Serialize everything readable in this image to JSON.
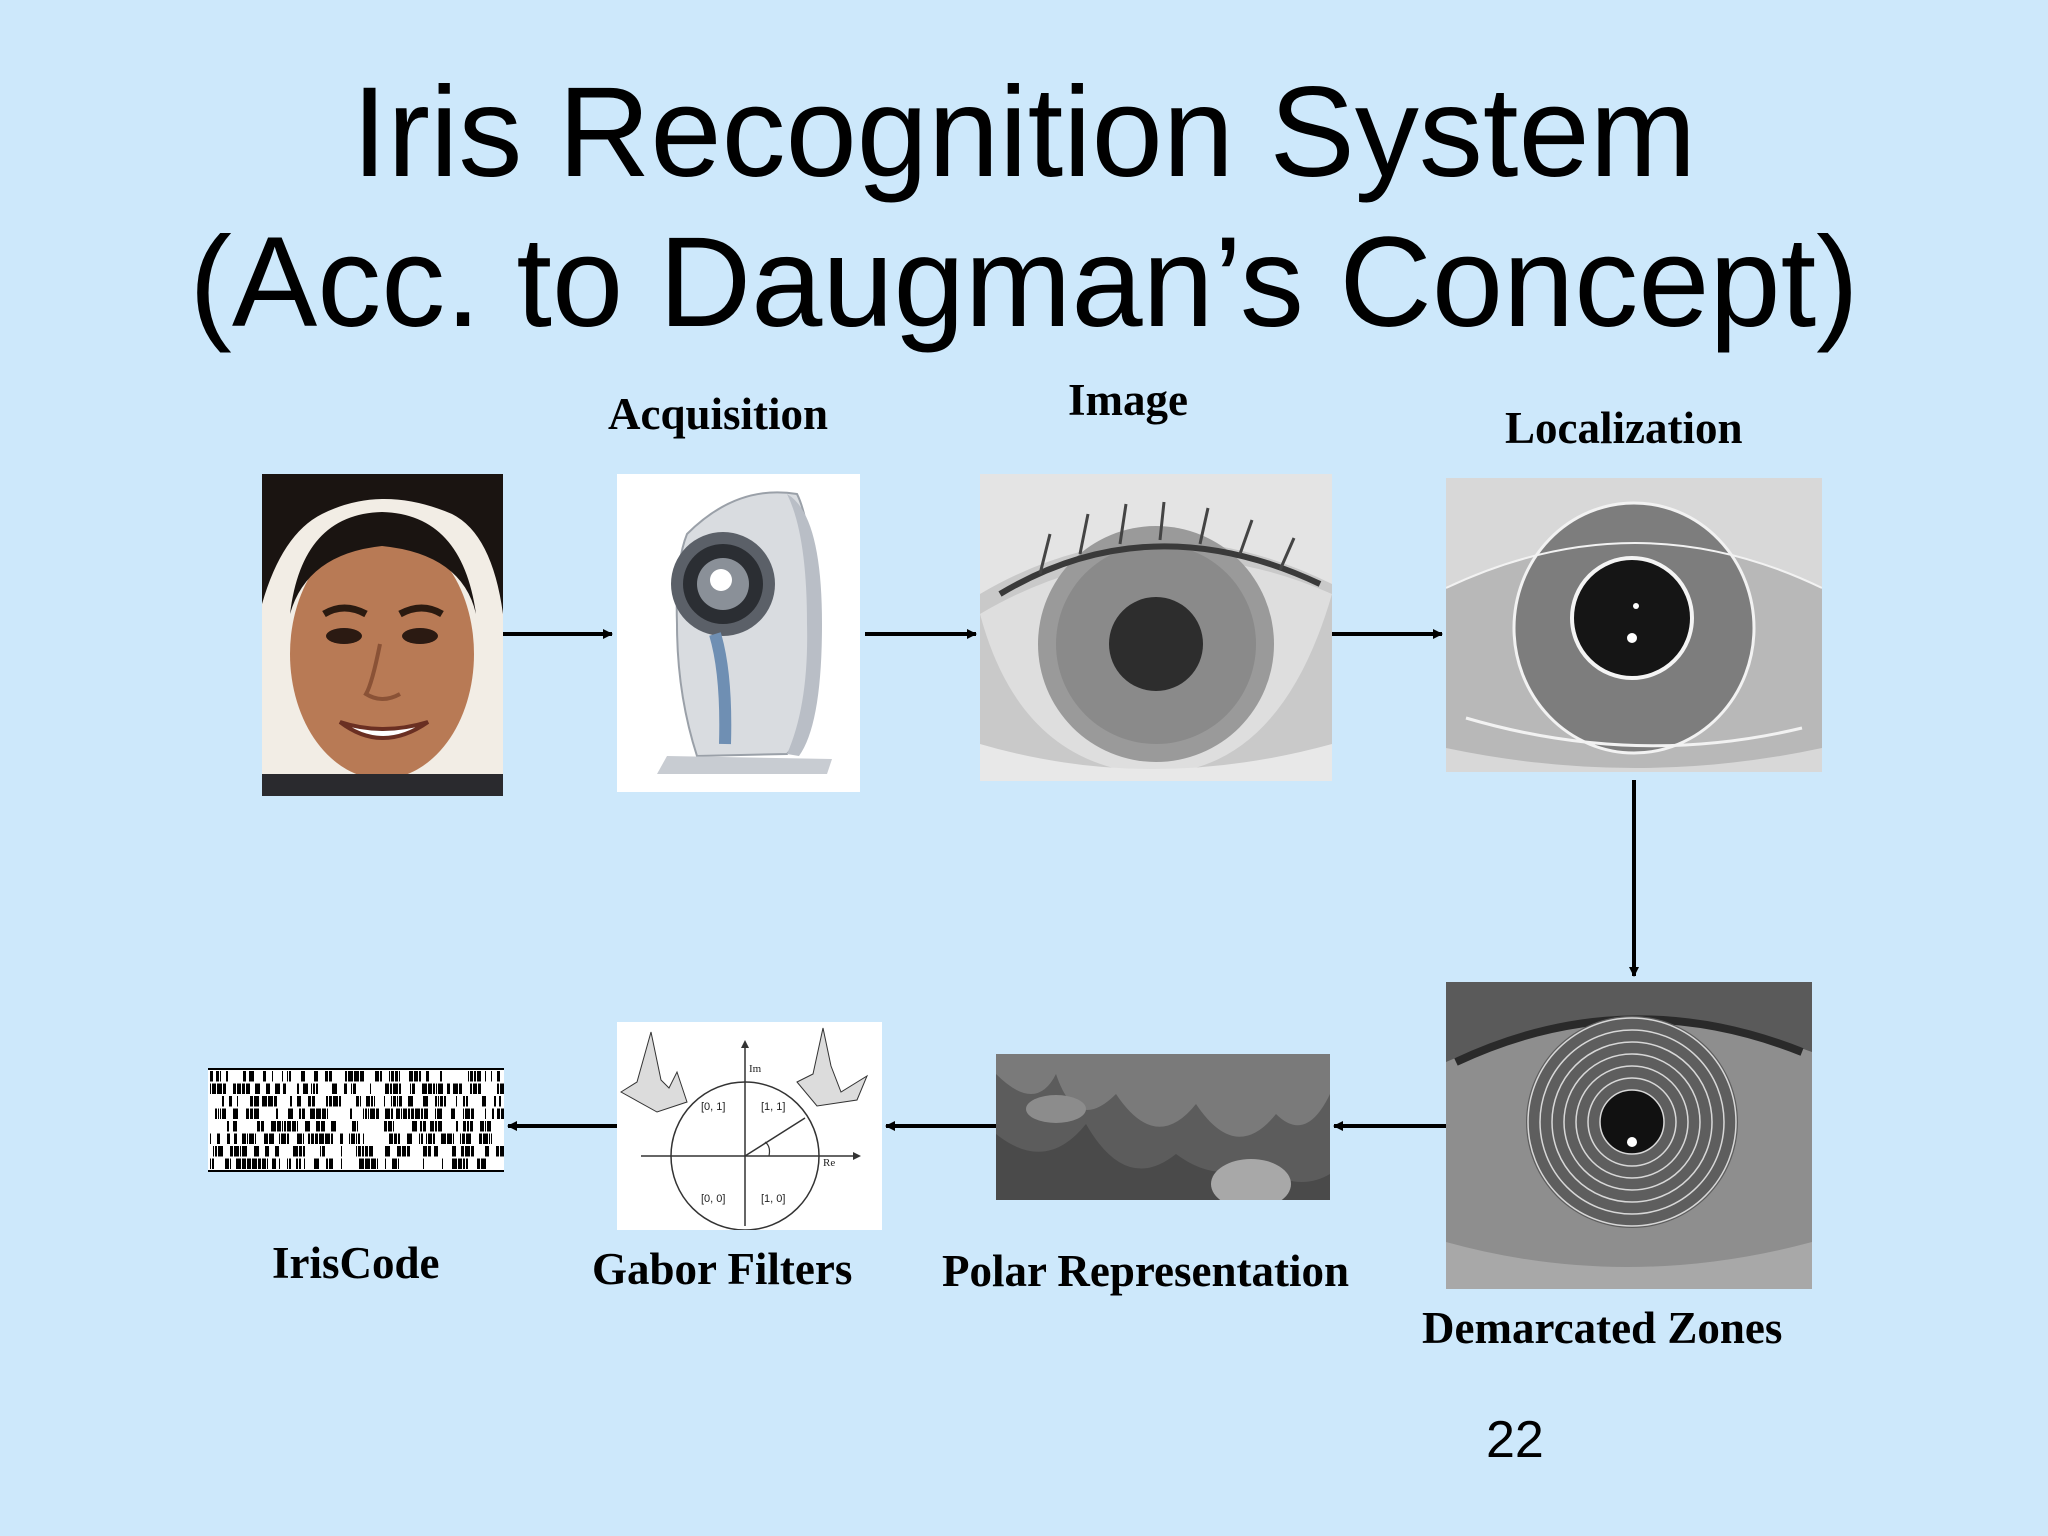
{
  "slide": {
    "title_line1": "Iris Recognition System",
    "title_line2": "(Acc. to Daugman’s Concept)",
    "page_number": "22"
  },
  "steps": {
    "acquisition": "Acquisition",
    "image": "Image",
    "localization": "Localization",
    "demarcated_zones": "Demarcated Zones",
    "polar_representation": "Polar Representation",
    "gabor_filters": "Gabor Filters",
    "iriscode": "IrisCode"
  },
  "gabor_plot": {
    "axis_im": "Im",
    "axis_re": "Re",
    "q01": "[0, 1]",
    "q11": "[1, 1]",
    "q00": "[0, 0]",
    "q10": "[1, 0]"
  },
  "colors": {
    "background": "#cde8fb",
    "text": "#000000",
    "arrow": "#000000"
  }
}
